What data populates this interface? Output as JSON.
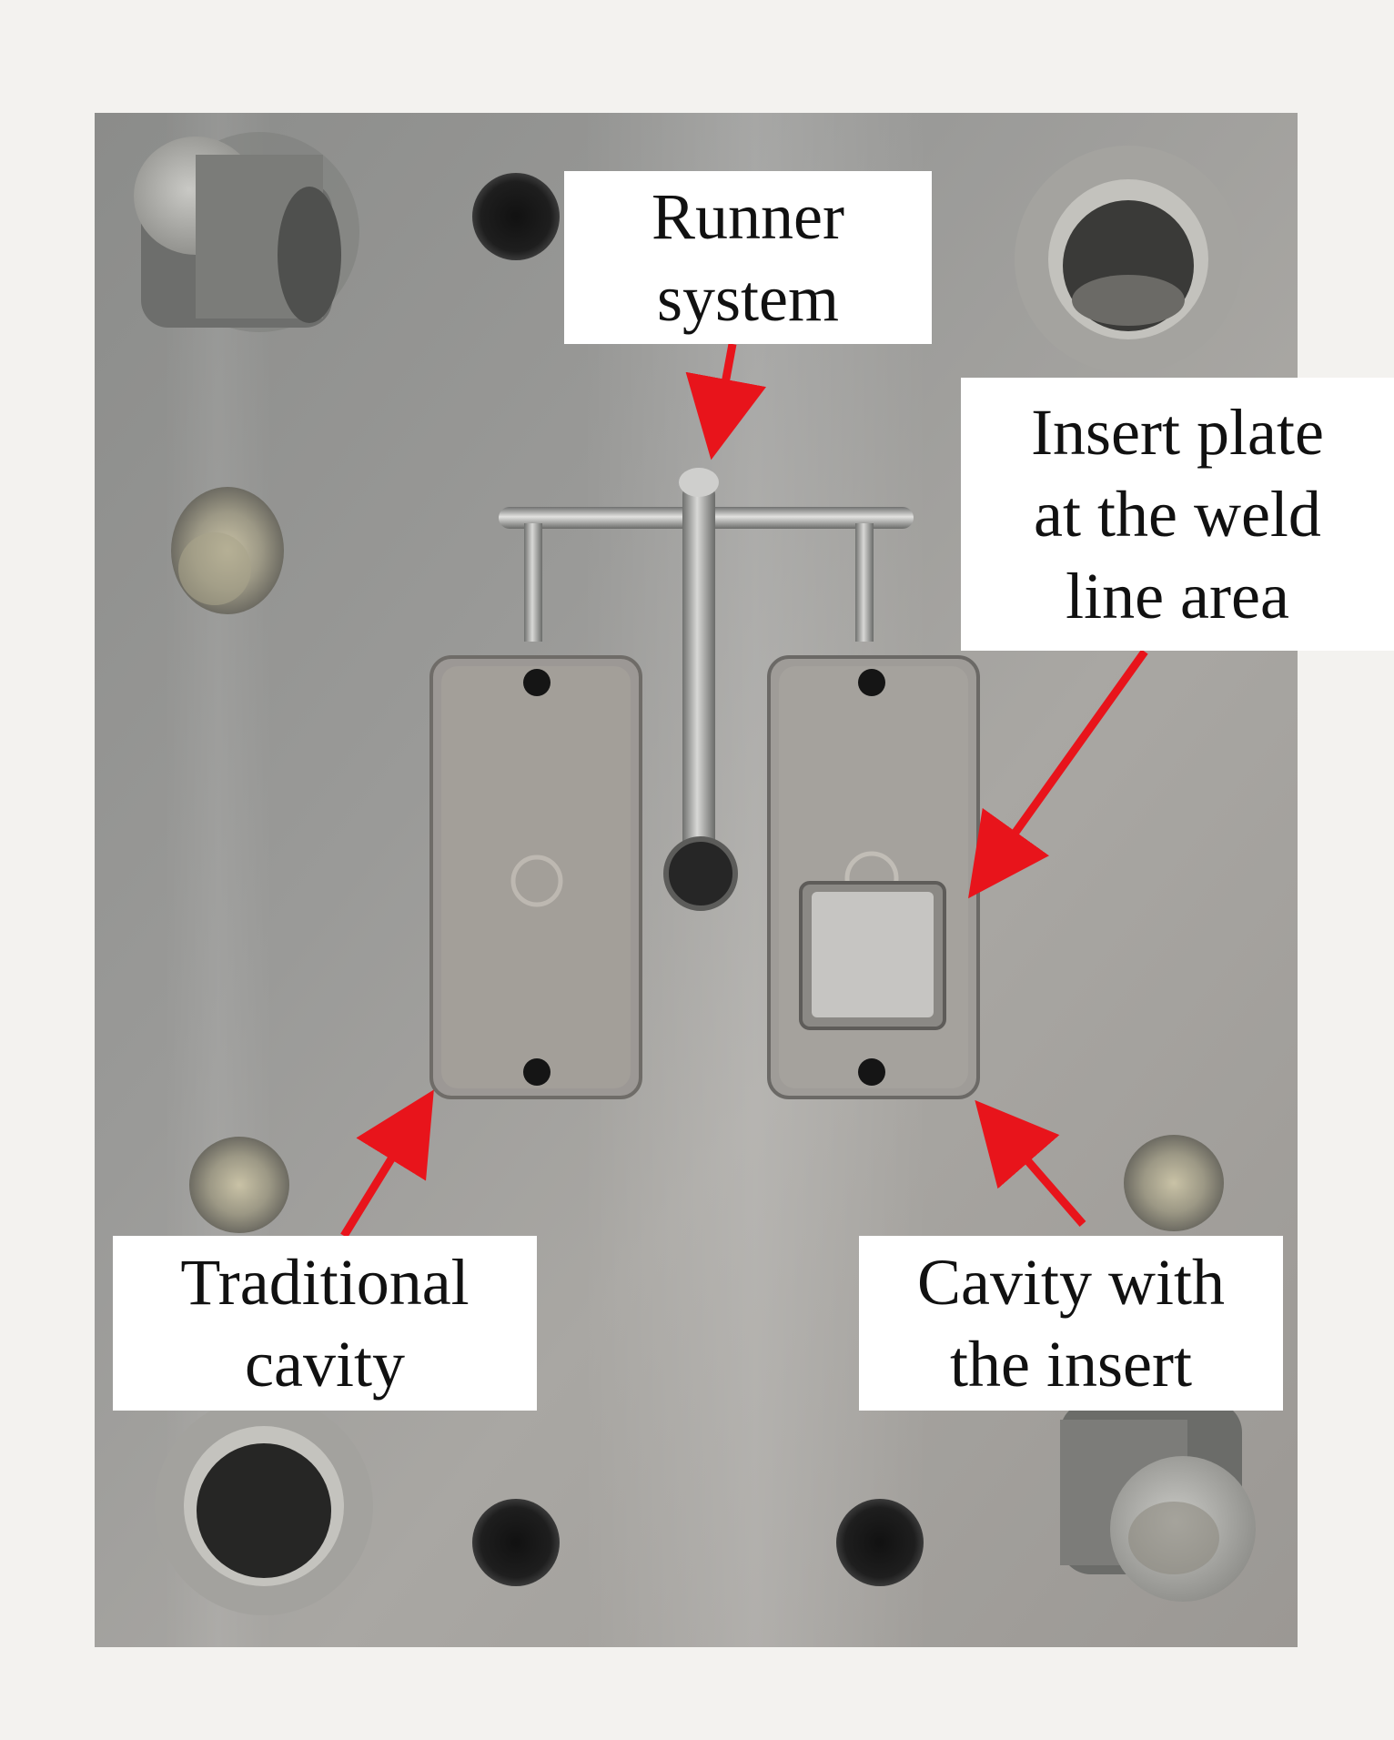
{
  "labels": {
    "runner": {
      "line1": "Runner",
      "line2": "system"
    },
    "insert_plate": {
      "line1": "Insert plate",
      "line2": "at the weld",
      "line3": "line area"
    },
    "traditional": {
      "line1": "Traditional",
      "line2": "cavity"
    },
    "cavity_insert": {
      "line1": "Cavity with",
      "line2": "the insert"
    }
  },
  "colors": {
    "background": "#f3f2ef",
    "plate": "#8f8f8d",
    "arrow": "#e8141b",
    "label_bg": "#ffffff",
    "hole": "#1a1a1a"
  }
}
